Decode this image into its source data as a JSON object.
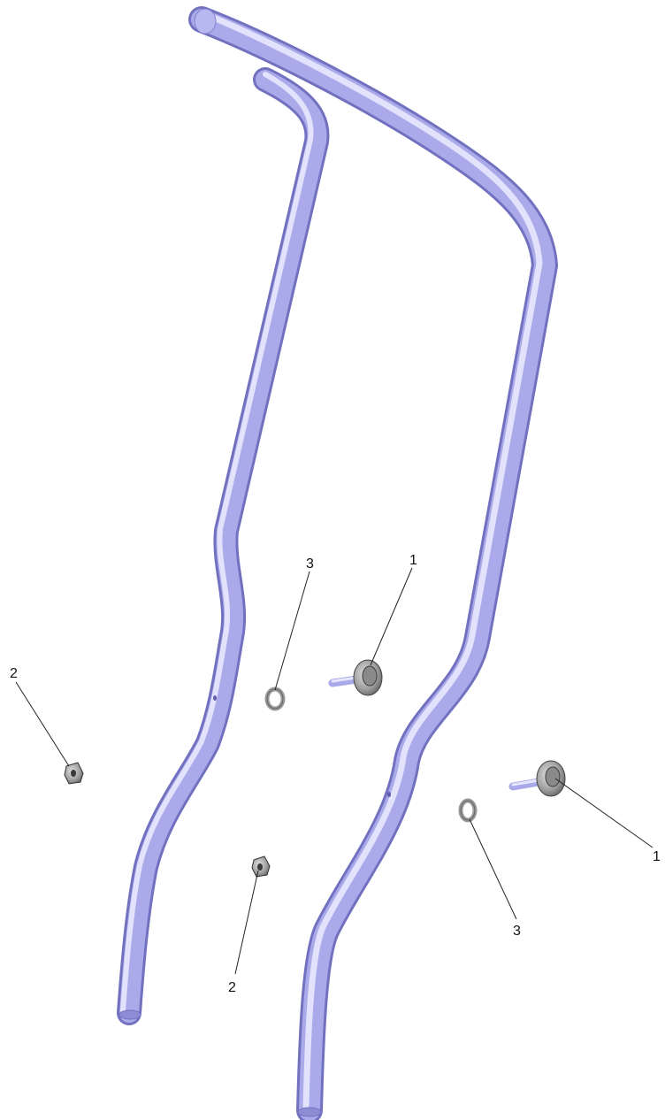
{
  "diagram": {
    "colors": {
      "tube_base": "#a9a9ea",
      "tube_highlight": "#ececff",
      "tube_shadow": "#7676c4",
      "metal": "#9a9a9a",
      "leader": "#222222"
    },
    "callouts": [
      {
        "id": "c1a",
        "label": "1",
        "part": "bolt"
      },
      {
        "id": "c1b",
        "label": "1",
        "part": "bolt"
      },
      {
        "id": "c2a",
        "label": "2",
        "part": "nut"
      },
      {
        "id": "c2b",
        "label": "2",
        "part": "nut"
      },
      {
        "id": "c3a",
        "label": "3",
        "part": "washer"
      },
      {
        "id": "c3b",
        "label": "3",
        "part": "washer"
      }
    ]
  }
}
